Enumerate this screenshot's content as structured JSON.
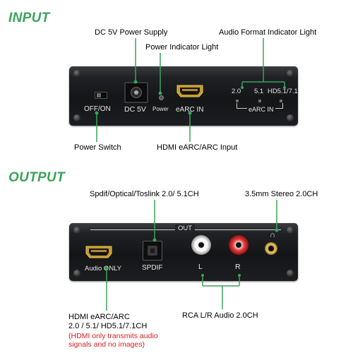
{
  "input": {
    "heading": "INPUT",
    "callouts": {
      "power_supply": "DC 5V Power Supply",
      "power_light": "Power Indicator Light",
      "audio_format_light": "Audio Format Indicator Light",
      "power_switch": "Power Switch",
      "hdmi_input": "HDMI eARC/ARC Input"
    },
    "panel": {
      "off_on": "OFF/ON",
      "dc5v": "DC 5V",
      "power": "Power",
      "earc_in": "eARC IN",
      "format_20": "2.0",
      "format_51": "5.1",
      "format_hd": "HD5.1/7.1",
      "earc_in_bracket": "eARC IN"
    }
  },
  "output": {
    "heading": "OUTPUT",
    "callouts": {
      "spdif": "Spdif/Optical/Toslink 2.0/ 5.1CH",
      "stereo": "3.5mm Stereo 2.0CH",
      "hdmi_line1": "HDMI eARC/ARC",
      "hdmi_line2": "2.0 / 5.1/ HD5.1/7.1CH",
      "hdmi_note_line1": "(HDMI only transmits audio",
      "hdmi_note_line2": "signals and no images)",
      "rca": "RCA L/R Audio 2.0CH"
    },
    "panel": {
      "out": "OUT",
      "audio_only": "Audio ONLY",
      "spdif": "SPDIF",
      "left": "L",
      "right": "R",
      "headphone_symbol": "∩"
    }
  },
  "colors": {
    "accent_green": "#3aa35a",
    "note_red": "#d42020",
    "panel": "#1a1b1e"
  }
}
